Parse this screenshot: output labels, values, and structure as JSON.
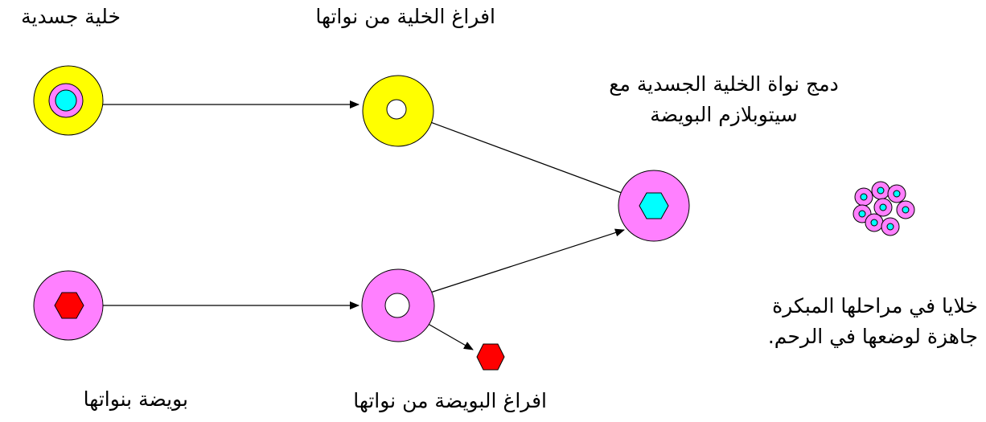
{
  "labels": {
    "somatic_cell": "خلية جسدية",
    "enucleate_cell": "افراغ الخلية من نواتها",
    "fusion_line1": "دمج نواة الخلية الجسدية مع",
    "fusion_line2": "سيتوبلازم البويضة",
    "egg_with_nucleus": "بويضة بنواتها",
    "enucleate_egg": "افراغ البويضة من نواتها",
    "early_cells_line1": "خلايا في مراحلها المبكرة",
    "early_cells_line2": "جاهزة لوضعها في الرحم."
  },
  "colors": {
    "cell_yellow": "#ffff00",
    "egg_pink": "#ff80ff",
    "nucleus_cyan": "#00ffff",
    "nucleus_red": "#ff0000",
    "hollow_white": "#ffffff",
    "outline": "#000000"
  }
}
